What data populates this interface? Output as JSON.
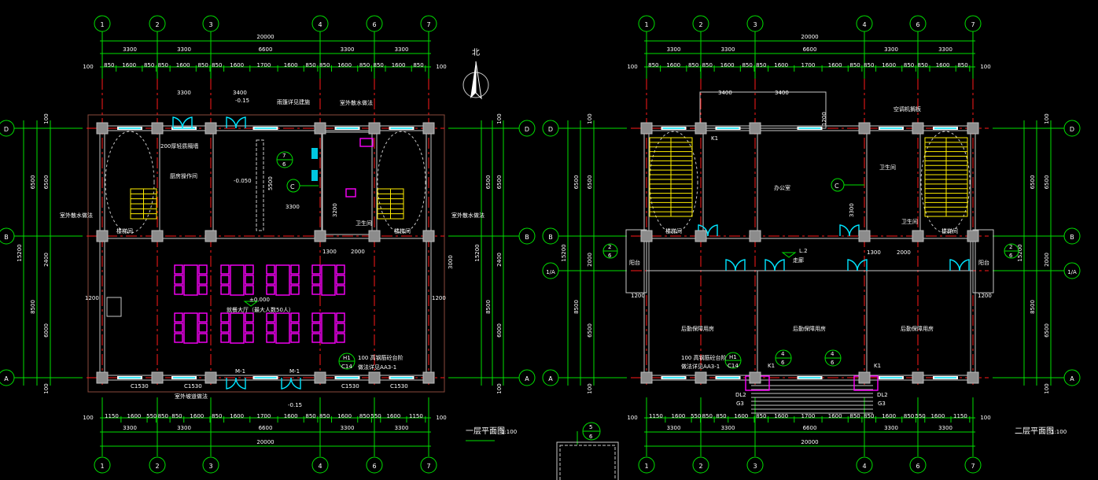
{
  "drawing": {
    "plans": [
      {
        "id": "first-floor",
        "title": "一层平面图",
        "scale": "1:100",
        "col_axes": [
          "1",
          "2",
          "3",
          "4",
          "6",
          "7"
        ],
        "row_axes": [
          "D",
          "B",
          "A"
        ],
        "top_total": "20000",
        "top_axis_dims": [
          "3300",
          "3300",
          "6600",
          "3300",
          "3300"
        ],
        "top_sub_dims": [
          "850",
          "1600",
          "850",
          "850",
          "1600",
          "850",
          "850",
          "1600",
          "1700",
          "1600",
          "850",
          "850",
          "1600",
          "850",
          "850",
          "1600",
          "850"
        ],
        "bottom_sub_dims": [
          "1150",
          "1600",
          "550",
          "850",
          "850",
          "1600",
          "850",
          "1600",
          "1700",
          "1600",
          "850",
          "850",
          "1600",
          "850",
          "550",
          "1600",
          "1150"
        ],
        "bottom_axis_dims": [
          "3300",
          "3300",
          "6600",
          "3300",
          "3300"
        ],
        "bottom_total": "20000",
        "edge_dim": "100",
        "vertical_total": "15200",
        "vertical_mid": [
          "6500",
          "8500"
        ],
        "vertical_inner": [
          "6500",
          "2400",
          "6000"
        ]
      },
      {
        "id": "second-floor",
        "title": "二层平面图",
        "scale": "1:100",
        "col_axes": [
          "1",
          "2",
          "3",
          "4",
          "6",
          "7"
        ],
        "row_axes": [
          "D",
          "B",
          "1/A",
          "A"
        ],
        "top_total": "20000",
        "top_axis_dims": [
          "3300",
          "3300",
          "6600",
          "3300",
          "3300"
        ],
        "top_sub_dims": [
          "850",
          "1600",
          "850",
          "850",
          "1600",
          "850",
          "850",
          "1600",
          "1700",
          "1600",
          "850",
          "850",
          "1600",
          "850",
          "850",
          "1600",
          "850"
        ],
        "bottom_sub_dims": [
          "1150",
          "1600",
          "550",
          "850",
          "850",
          "1600",
          "850",
          "1600",
          "1700",
          "1600",
          "850",
          "850",
          "1600",
          "850",
          "550",
          "1600",
          "1150"
        ],
        "bottom_axis_dims": [
          "3300",
          "3300",
          "6600",
          "3300",
          "3300"
        ],
        "bottom_total": "20000",
        "edge_dim": "100",
        "vertical_total": "15200",
        "vertical_mid": [
          "6500",
          "8500"
        ],
        "vertical_inner": [
          "6500",
          "2000",
          "6500"
        ]
      }
    ],
    "north_label": "北",
    "detail_ref": {
      "top": "5",
      "bottom": "6"
    },
    "first_floor_labels": {
      "dining_hall": "就餐大厅（最大人数50人）",
      "level_0": "±0.000",
      "level_kitchen": "-0.050",
      "level_entry": "-0.15",
      "level_top": "-0.15",
      "stair_left": "楼梯间",
      "stair_right": "楼梯间",
      "toilet": "卫生间",
      "prep_room": "200厚轻质隔墙",
      "kitchen_note": "厨房操作间",
      "dim_3300": "3300",
      "dim_3400": "3400",
      "dim_5500": "5500",
      "dim_3200": "3200",
      "dim_1300": "1300",
      "dim_2000": "2000",
      "dim_3000": "3000",
      "dim_1200": "1200",
      "ref_c": "C",
      "ref_7_6": {
        "top": "7",
        "bottom": "6"
      },
      "ref_h1": {
        "top": "H1",
        "bottom": "C14"
      },
      "note_h1": "100 高钢筋砼台阶",
      "note_h1_2": "做法详见AA3-1",
      "note_canopy": "雨篷详见建施",
      "note_ramp": "室外坡道做法",
      "note_drain": "室外散水做法",
      "door_m1": "M-1",
      "window_c": "C1530"
    },
    "second_floor_labels": {
      "office": "办公室",
      "activity_1": "后勤保障用房",
      "activity_2": "后勤保障用房",
      "activity_3": "后勤保障用房",
      "corridor": "走廊",
      "level": "L.2",
      "toilet": "卫生间",
      "stair_left": "楼梯间",
      "stair_right": "楼梯间",
      "balcony": "阳台",
      "dim_3400a": "3400",
      "dim_3400b": "3400",
      "dim_1300": "1300",
      "dim_2000": "2000",
      "dim_3300": "3300",
      "dim_1200": "1200",
      "ref_c": "C",
      "ref_4_6a": {
        "top": "4",
        "bottom": "6"
      },
      "ref_4_6b": {
        "top": "4",
        "bottom": "6"
      },
      "ref_h1": {
        "top": "H1",
        "bottom": "C14"
      },
      "ref_2_6": {
        "top": "2",
        "bottom": "6"
      },
      "note_h1": "100 高钢筋砼台阶",
      "note_h1_2": "做法详见AA3-1",
      "dl2_a": "DL2",
      "g3_a": "G3",
      "dl2_b": "DL2",
      "g3_b": "G3",
      "note_rail": "空调机搁板",
      "k1": "K1"
    }
  }
}
